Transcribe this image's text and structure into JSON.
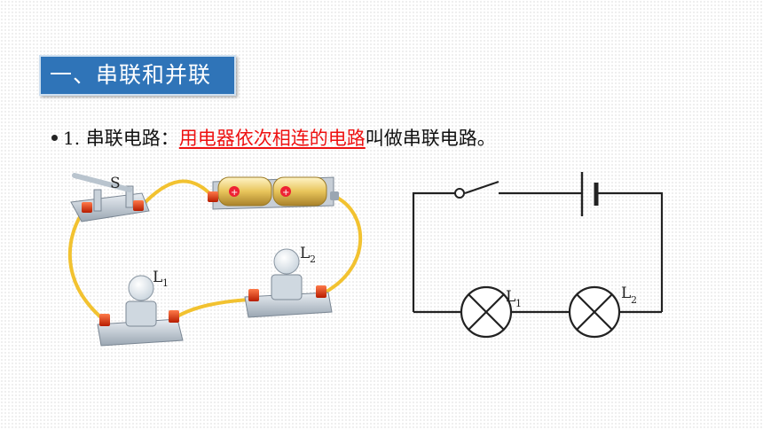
{
  "title": "一、串联和并联",
  "bullet": {
    "number": "1.",
    "term": "串联电路：",
    "definition": "用电器依次相连的电路",
    "suffix": "叫做串联电路。"
  },
  "photo": {
    "switch_label": "S",
    "lamp1_label": "L",
    "lamp1_sub": "1",
    "lamp2_label": "L",
    "lamp2_sub": "2"
  },
  "schematic": {
    "lamp1_label": "L",
    "lamp1_sub": "1",
    "lamp2_label": "L",
    "lamp2_sub": "2"
  },
  "colors": {
    "title_bg": "#2f74b8",
    "definition_red": "#e11111",
    "wire_yellow": "#f2c230"
  }
}
